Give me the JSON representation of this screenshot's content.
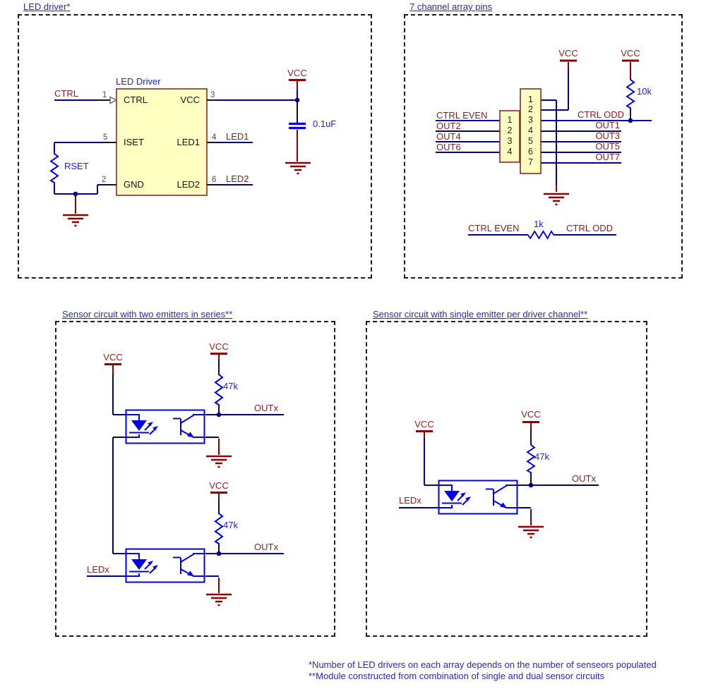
{
  "sections": {
    "led_driver": {
      "title": "LED driver*",
      "ic": {
        "name": "LED Driver",
        "left_pins": [
          {
            "num": "1",
            "label": "CTRL"
          },
          {
            "num": "5",
            "label": "ISET"
          },
          {
            "num": "2",
            "label": "GND"
          }
        ],
        "right_pins": [
          {
            "num": "3",
            "label": "VCC"
          },
          {
            "num": "4",
            "label": "LED1"
          },
          {
            "num": "6",
            "label": "LED2"
          }
        ]
      },
      "nets": {
        "ctrl": "CTRL",
        "vcc": "VCC",
        "led1": "LED1",
        "led2": "LED2"
      },
      "rset": "RSET",
      "cap": "0.1uF"
    },
    "array_pins": {
      "title": "7 channel array pins",
      "vcc": "VCC",
      "r10k": "10k",
      "conn7": {
        "pins": [
          "1",
          "2",
          "3",
          "4",
          "5",
          "6",
          "7"
        ]
      },
      "conn4": {
        "pins": [
          "1",
          "2",
          "3",
          "4"
        ]
      },
      "left_nets": [
        "CTRL EVEN",
        "OUT2",
        "OUT4",
        "OUT6"
      ],
      "right_nets": [
        "CTRL ODD",
        "OUT1",
        "OUT3",
        "OUT5",
        "OUT7"
      ],
      "bridge": {
        "left": "CTRL EVEN",
        "value": "1k",
        "right": "CTRL ODD"
      }
    },
    "dual_sensor": {
      "title": "Sensor circuit with two emitters in series**",
      "vcc": "VCC",
      "r47k": "47k",
      "outx": "OUTx",
      "ledx": "LEDx"
    },
    "single_sensor": {
      "title": "Sensor circuit with single emitter per driver channel**",
      "vcc": "VCC",
      "r47k": "47k",
      "outx": "OUTx",
      "ledx": "LEDx"
    }
  },
  "footnotes": {
    "line1": "*Number of LED drivers on each array depends on the number of senseors populated",
    "line2": "**Module constructed from combination of single and dual sensor circuits"
  },
  "colors": {
    "wire": "#00008c",
    "symbol_blue": "#0000e6",
    "net_label": "#8c1c1c",
    "power": "#8b0000",
    "value_label": "#2222c2",
    "title_blue": "#2b2b9e",
    "component_fill": "#ffffc2",
    "component_border": "#8b2a2a"
  }
}
